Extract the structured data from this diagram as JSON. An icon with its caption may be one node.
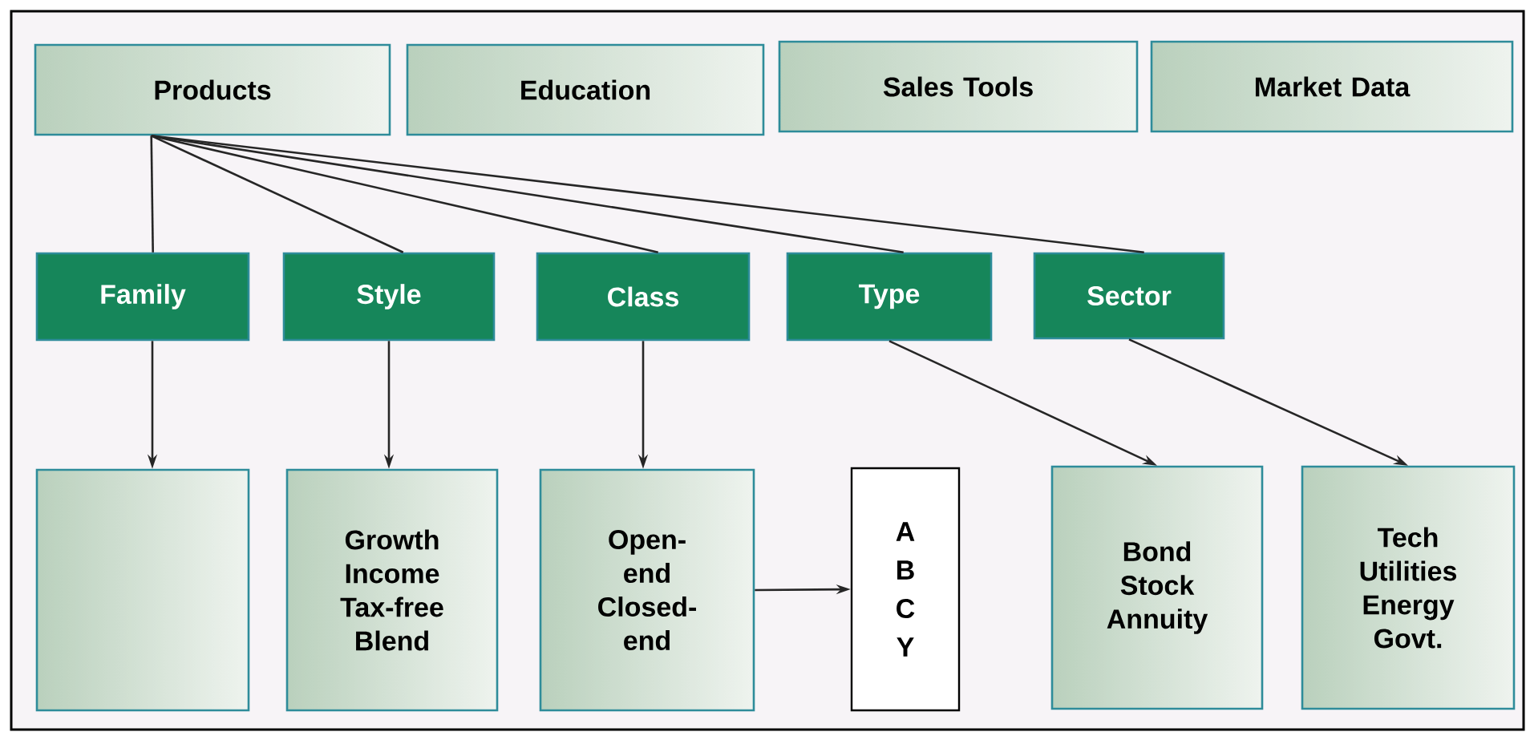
{
  "diagram": {
    "nodes": [
      {
        "text": [
          "Products"
        ]
      },
      {
        "text": [
          "Education"
        ]
      },
      {
        "text": [
          "Sales Tools"
        ]
      },
      {
        "text": [
          "Market Data"
        ]
      },
      {
        "text": [
          "Family"
        ]
      },
      {
        "text": [
          "Style"
        ]
      },
      {
        "text": [
          "Class"
        ]
      },
      {
        "text": [
          "Type"
        ]
      },
      {
        "text": [
          "Sector"
        ]
      },
      {
        "text": [],
        "shape": "box"
      },
      {
        "text": [
          "Growth Income Tax-free Blend"
        ]
      },
      {
        "text": [
          "Open-end Closed-end"
        ]
      },
      {
        "text": [
          "A B C Y"
        ]
      },
      {
        "text": [
          "Bond Stock Annuity"
        ]
      },
      {
        "text": [
          "Tech Utilities Energy Govt."
        ]
      }
    ],
    "edges": [
      {
        "from": 0,
        "to": 4,
        "arrow": "none"
      },
      {
        "from": 0,
        "to": 5,
        "arrow": "none"
      },
      {
        "from": 0,
        "to": 6,
        "arrow": "none"
      },
      {
        "from": 0,
        "to": 7,
        "arrow": "none"
      },
      {
        "from": 0,
        "to": 8,
        "arrow": "none"
      },
      {
        "from": 4,
        "to": 9,
        "arrow": "to"
      },
      {
        "from": 5,
        "to": 10,
        "arrow": "to"
      },
      {
        "from": 6,
        "to": 11,
        "arrow": "to"
      },
      {
        "from": 11,
        "to": 12,
        "arrow": "to"
      },
      {
        "from": 7,
        "to": 13,
        "arrow": "to"
      },
      {
        "from": 8,
        "to": 14,
        "arrow": "to"
      }
    ]
  }
}
